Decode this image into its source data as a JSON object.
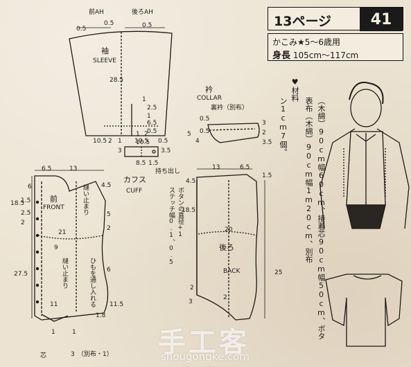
{
  "header": {
    "page_label": "13ページ",
    "page_number": "41",
    "difficulty": "かこみ★5～6歳用",
    "height_label": "身長",
    "height_range": "105cm～117cm"
  },
  "materials": {
    "title": "♥材料",
    "line1": "表布（木綿）90cm幅1m20cm、別布",
    "line2": "（木綿）90cm幅60cm、接着芯90cm幅50cm、ボタ",
    "line3": "ン1cm7個。"
  },
  "sleeve": {
    "front_ah": "前AH",
    "back_ah": "後ろAH",
    "label_jp": "袖",
    "label_en": "SLEEVE",
    "dims": [
      "0.5",
      "0.5",
      "0.5",
      "28.5",
      "1",
      "2.5",
      "1",
      "6.5",
      "0.5",
      "10.5",
      "2",
      "1",
      "10.5",
      "0.5",
      "2",
      "1"
    ]
  },
  "cuff": {
    "label_jp": "カフス",
    "label_en": "CUFF",
    "dims": [
      "3",
      "10.5",
      "3.5",
      "8.5",
      "1.5"
    ],
    "note": "持ち出し"
  },
  "collar": {
    "label_jp": "衿",
    "label_en": "COLLAR",
    "sub_jp": "裏衿（別布）",
    "dims": [
      "0.5",
      "0.5",
      "5",
      "4",
      "3",
      "2",
      "3.5"
    ]
  },
  "front": {
    "label_jp": "前",
    "label_en": "FRONT",
    "top_dims": [
      "6.5",
      "13"
    ],
    "left_dims": [
      "6",
      "18.5",
      "1.5",
      "2.5",
      "2",
      "27.5"
    ],
    "right_dims": [
      "4.5",
      "5",
      "2",
      "6",
      "11.5"
    ],
    "mid_dims": [
      "21",
      "9",
      "11",
      "1.8",
      "1",
      "1"
    ],
    "tuck1": "縫い止まり",
    "tuck2": "縫い止まり",
    "tuck3": "ひもを通し入れる",
    "bottom_label": "芯",
    "bottom_note": "（別布・1）",
    "bottom_dim": "3"
  },
  "back": {
    "label_jp": "後ろ",
    "label_en": "BACK",
    "top_dims": [
      "13",
      "6.5"
    ],
    "left_dims": [
      "4.5",
      "18.5",
      "3",
      "2"
    ],
    "right_dims": [
      "1.5",
      "25"
    ],
    "mid_dims": [
      "20",
      "2"
    ],
    "button_note": "ボタンの直径+1",
    "stitch_note": "ステッチ幅0.1、0.5"
  },
  "watermark": {
    "main": "手工客",
    "url": "shougongke.com"
  }
}
